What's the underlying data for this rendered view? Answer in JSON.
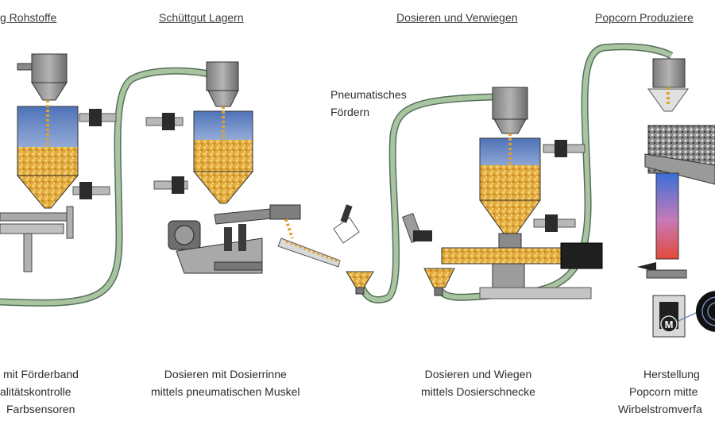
{
  "stages": [
    {
      "title": "g Rohstoffe",
      "caption": [
        "mit Förderband",
        "alitätskontrolle",
        "Farbsensoren"
      ]
    },
    {
      "title": "Schüttgut Lagern",
      "caption": [
        "Dosieren mit Dosierrinne",
        "mittels pneumatischen Muskel"
      ]
    },
    {
      "title": "Dosieren und Verwiegen",
      "caption": [
        "Dosieren und Wiegen",
        "mittels Dosierschnecke"
      ]
    },
    {
      "title": "Popcorn Produziere",
      "caption": [
        "Herstellung",
        "Popcorn mitte",
        "Wirbelstromverfa"
      ]
    }
  ],
  "pneumatic_label": [
    "Pneumatisches",
    "Fördern"
  ],
  "motor_label": "M",
  "colors": {
    "hose": "#a9c4a0",
    "hose_edge": "#55705a",
    "silo_blue": "#6f86b8",
    "grain": "#e8b64a",
    "metal": "#9a9a9a",
    "metal_dark": "#6e6e6e"
  }
}
